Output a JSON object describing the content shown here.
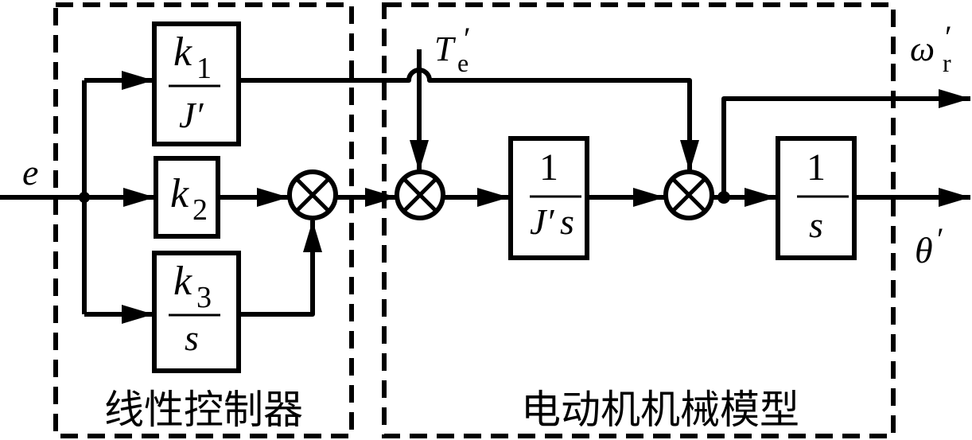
{
  "diagram": {
    "type": "control-block-diagram",
    "colors": {
      "stroke": "#000000",
      "background": "#ffffff"
    },
    "groups": [
      {
        "id": "controller",
        "label": "线性控制器"
      },
      {
        "id": "motor",
        "label": "电动机机械模型"
      }
    ],
    "signals": {
      "input": "e",
      "torque": {
        "base": "T",
        "sub": "e",
        "prime": "′"
      },
      "speed": {
        "base": "ω",
        "sub": "r",
        "prime": "′"
      },
      "angle": {
        "base": "θ",
        "prime": "′"
      }
    },
    "blocks": {
      "k1": {
        "num_base": "k",
        "num_sub": "1",
        "den": "J′"
      },
      "k2": {
        "base": "k",
        "sub": "2"
      },
      "k3": {
        "num_base": "k",
        "num_sub": "3",
        "den": "s"
      },
      "inertia": {
        "num": "1",
        "den_a": "J′",
        "den_b": "s"
      },
      "integrator": {
        "num": "1",
        "den": "s"
      }
    },
    "junctions": [
      {
        "id": "sum-controller",
        "symbol": "⊗"
      },
      {
        "id": "sum-torque",
        "symbol": "⊗"
      },
      {
        "id": "sum-speed",
        "symbol": "⊗"
      }
    ]
  }
}
